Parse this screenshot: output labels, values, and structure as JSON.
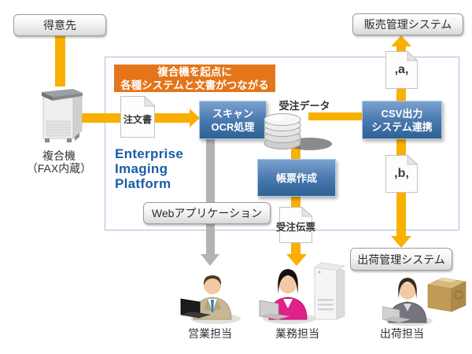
{
  "banner": {
    "line1": "複合機を起点に",
    "line2": "各種システムと文書がつながる"
  },
  "platform_label": {
    "line1": "Enterprise",
    "line2": "Imaging",
    "line3": "Platform"
  },
  "boxes": {
    "customer": "得意先",
    "sales_system": "販売管理システム",
    "shipping_system": "出荷管理システム",
    "web_app": "Webアプリケーション",
    "scan": {
      "line1": "スキャン",
      "line2": "OCR処理"
    },
    "csv": {
      "line1": "CSV出力",
      "line2": "システム連携"
    },
    "form_create": "帳票作成"
  },
  "documents": {
    "order": "注文書",
    "csv_a": ",a,",
    "csv_b": ",b,",
    "slip": "受注伝票"
  },
  "database_label": "受注データ",
  "device": {
    "line1": "複合機",
    "line2": "（FAX内蔵）"
  },
  "people": {
    "sales": "営業担当",
    "operations": "業務担当",
    "shipping": "出荷担当"
  },
  "icons": {
    "mfp": "multifunction-printer",
    "database": "database-cylinder",
    "document": "page-folded-corner",
    "sales_person": "man-with-laptop",
    "operations_person": "woman-with-laptop-and-printer",
    "shipping_person": "woman-with-laptop-and-carton"
  },
  "colors": {
    "arrow_amber": "#F9B000",
    "arrow_gray": "#B3B3B3",
    "banner_orange": "#E4751A",
    "process_blue_top": "#7BA2CE",
    "process_blue_bottom": "#2E6195",
    "platform_border": "#A3C0DF",
    "platform_text": "#1A5DA6"
  }
}
